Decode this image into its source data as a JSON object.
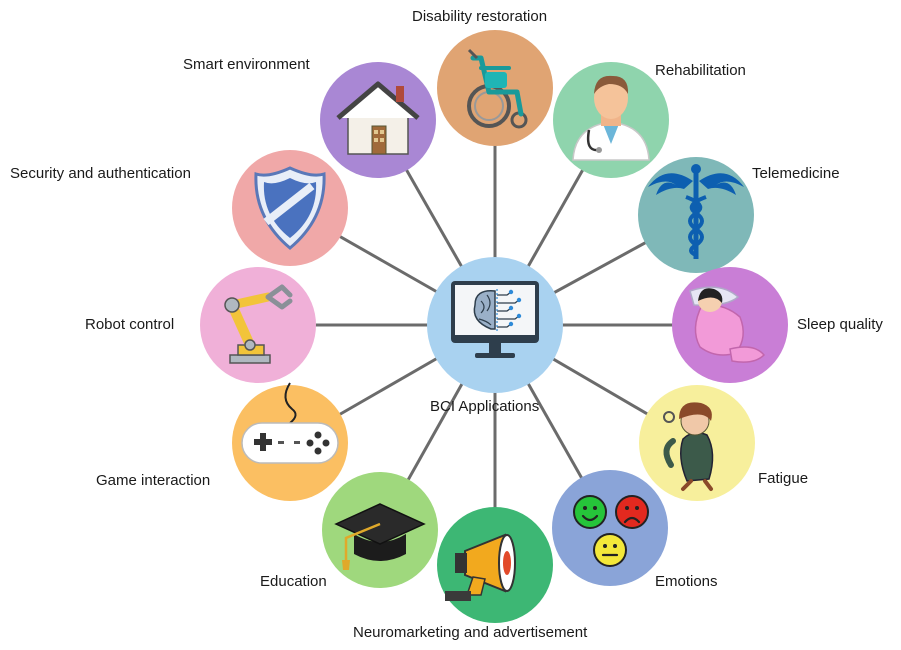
{
  "center": {
    "label": "BCI Applications",
    "icon": "monitor-brain-icon",
    "color": "#a9d2f0"
  },
  "applications": [
    {
      "label": "Disability restoration",
      "icon": "wheelchair-icon",
      "color": "#e0a473"
    },
    {
      "label": "Rehabilitation",
      "icon": "doctor-icon",
      "color": "#8fd4ad"
    },
    {
      "label": "Telemedicine",
      "icon": "caduceus-icon",
      "color": "#7fb8b8"
    },
    {
      "label": "Sleep quality",
      "icon": "sleeping-person-icon",
      "color": "#c97ed6"
    },
    {
      "label": "Fatigue",
      "icon": "tired-person-icon",
      "color": "#f7ef9c"
    },
    {
      "label": "Emotions",
      "icon": "emotion-faces-icon",
      "color": "#8aa4d8"
    },
    {
      "label": "Neuromarketing and advertisement",
      "icon": "megaphone-icon",
      "color": "#3db774"
    },
    {
      "label": "Education",
      "icon": "graduation-cap-icon",
      "color": "#9fd87d"
    },
    {
      "label": "Game interaction",
      "icon": "gamepad-icon",
      "color": "#fbbf62"
    },
    {
      "label": "Robot control",
      "icon": "robot-arm-icon",
      "color": "#f0b0d8"
    },
    {
      "label": "Security and authentication",
      "icon": "shield-icon",
      "color": "#f0a8a8"
    },
    {
      "label": "Smart environment",
      "icon": "house-icon",
      "color": "#a987d4"
    }
  ]
}
